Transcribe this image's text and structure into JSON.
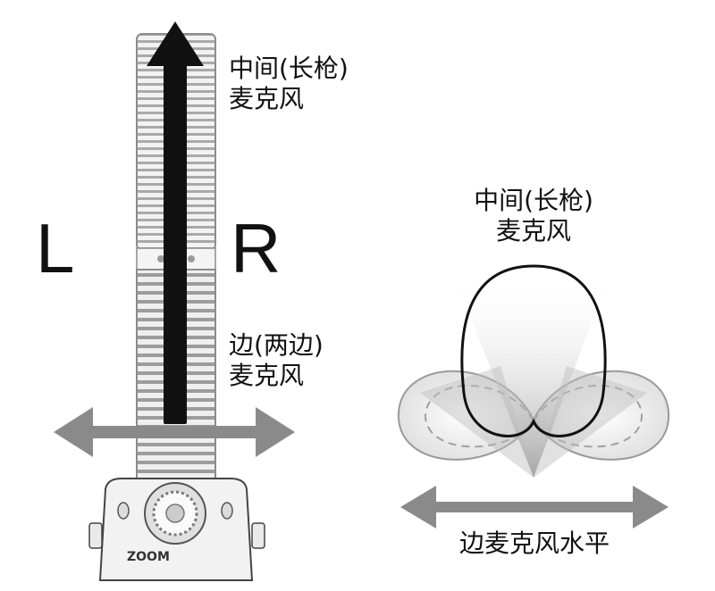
{
  "labels": {
    "mid_mic_left": [
      "中间(长枪)",
      "麦克风"
    ],
    "side_mic_left": [
      "边(两边)",
      "麦克风"
    ],
    "channel_left": "L",
    "channel_right": "R",
    "mid_mic_right": [
      "中间(长枪)",
      "麦克风"
    ],
    "side_horizontal": "边麦克风水平",
    "device_brand": "ZOOM"
  },
  "colors": {
    "ink": "#111111",
    "grey_arrow": "#8a8a8a",
    "mic_body": "#e9e9e9",
    "mic_ridge": "#a9a9a9",
    "lobe_fill": "#eeeeee",
    "cone": "#9a9a9a"
  }
}
